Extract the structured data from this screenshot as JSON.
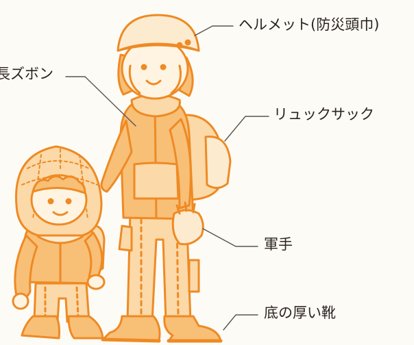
{
  "labels": {
    "helmet": "ヘルメット(防災頭巾)",
    "long_pants": "長ズボン",
    "rucksack": "リュックサック",
    "gloves": "軍手",
    "thick_soled_shoes": "底の厚い靴"
  },
  "colors": {
    "outline": "#ee8a24",
    "fill": "#f8bf77",
    "fill_light": "#fbd9a8",
    "fill_pale": "#fdebd0",
    "face": "#fff4e2",
    "leader_line": "#5a5450",
    "text": "#2b2320",
    "background": "#fdfbf6"
  }
}
